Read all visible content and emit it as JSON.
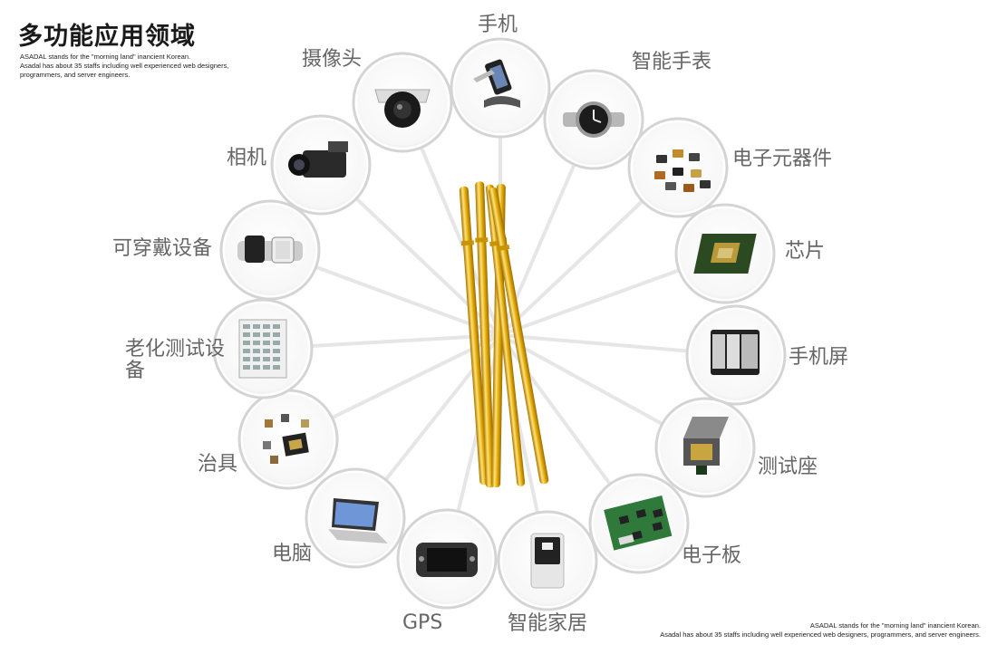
{
  "header": {
    "title": "多功能应用领域",
    "desc_line1": "ASADAL stands for the \"morning land\" inancient Korean.",
    "desc_line2": "Asadal has about 35 staffs including well experienced web designers,",
    "desc_line3": "programmers, and server engineers."
  },
  "footer": {
    "line1": "ASADAL stands for the \"morning land\" inancient Korean.",
    "line2": "Asadal has about 35 staffs including well experienced web designers, programmers, and server engineers."
  },
  "items": [
    {
      "key": "phone",
      "label": "手机",
      "icon": "phone-icon"
    },
    {
      "key": "smartwatch",
      "label": "智能手表",
      "icon": "smartwatch-icon"
    },
    {
      "key": "components",
      "label": "电子元器件",
      "icon": "components-icon"
    },
    {
      "key": "chip",
      "label": "芯片",
      "icon": "chip-icon"
    },
    {
      "key": "screen",
      "label": "手机屏",
      "icon": "phone-screen-icon"
    },
    {
      "key": "socket",
      "label": "测试座",
      "icon": "test-socket-icon"
    },
    {
      "key": "board",
      "label": "电子板",
      "icon": "circuit-board-icon"
    },
    {
      "key": "smarthome",
      "label": "智能家居",
      "icon": "smart-home-icon"
    },
    {
      "key": "gps",
      "label": "GPS",
      "icon": "gps-icon"
    },
    {
      "key": "laptop",
      "label": "电脑",
      "icon": "laptop-icon"
    },
    {
      "key": "fixture",
      "label": "治具",
      "icon": "fixture-icon"
    },
    {
      "key": "aging",
      "label": "老化测试设备",
      "icon": "aging-equipment-icon"
    },
    {
      "key": "wearable",
      "label": "可穿戴设备",
      "icon": "wearable-icon"
    },
    {
      "key": "camera",
      "label": "相机",
      "icon": "camcorder-icon"
    },
    {
      "key": "cctv",
      "label": "摄像头",
      "icon": "cctv-icon"
    }
  ],
  "colors": {
    "gold": "#e8b10c",
    "gold_light": "#ffe27a",
    "gold_dark": "#a87400",
    "ring": "#d9d9d9",
    "label": "#666666"
  }
}
